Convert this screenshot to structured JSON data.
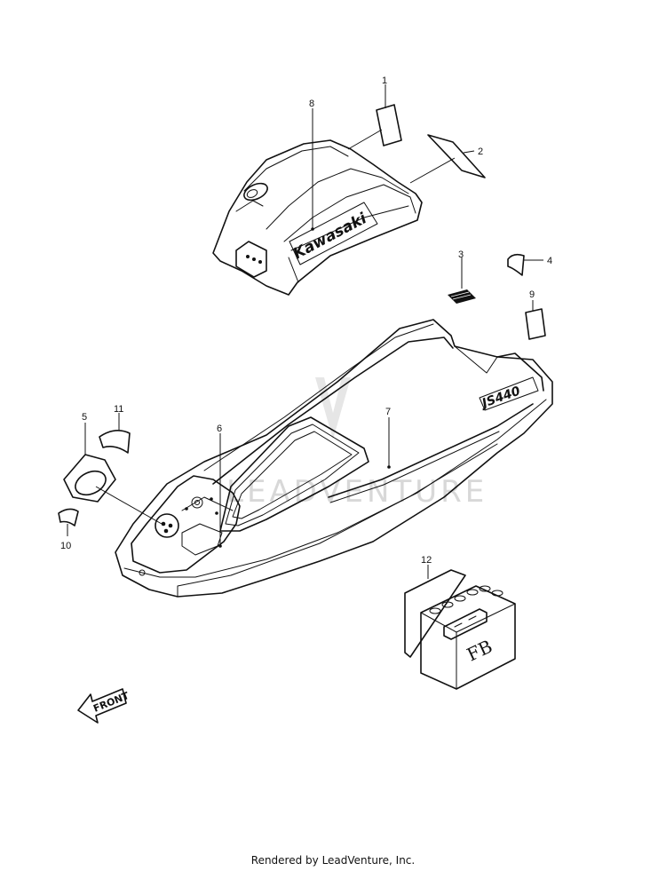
{
  "diagram": {
    "callouts": [
      "1",
      "2",
      "3",
      "4",
      "5",
      "6",
      "7",
      "8",
      "9",
      "10",
      "11",
      "12"
    ],
    "hood_brand": "Kawasaki",
    "hull_model": "JS440",
    "battery_label": "FB",
    "front_arrow": "FRONT",
    "watermark": "LEADVENTURE"
  },
  "footer": {
    "credit": "Rendered by LeadVenture, Inc."
  }
}
